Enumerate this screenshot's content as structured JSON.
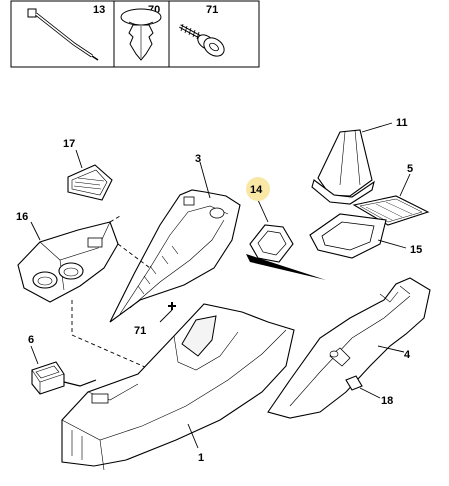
{
  "legend": [
    {
      "id": "13"
    },
    {
      "id": "70"
    },
    {
      "id": "71"
    }
  ],
  "callouts": {
    "c1": "1",
    "c3": "3",
    "c4": "4",
    "c5": "5",
    "c6": "6",
    "c11": "11",
    "c14": "14",
    "c15": "15",
    "c16": "16",
    "c17": "17",
    "c18": "18",
    "c71": "71"
  },
  "colors": {
    "highlight": "#f9e7a6",
    "line": "#000000"
  }
}
